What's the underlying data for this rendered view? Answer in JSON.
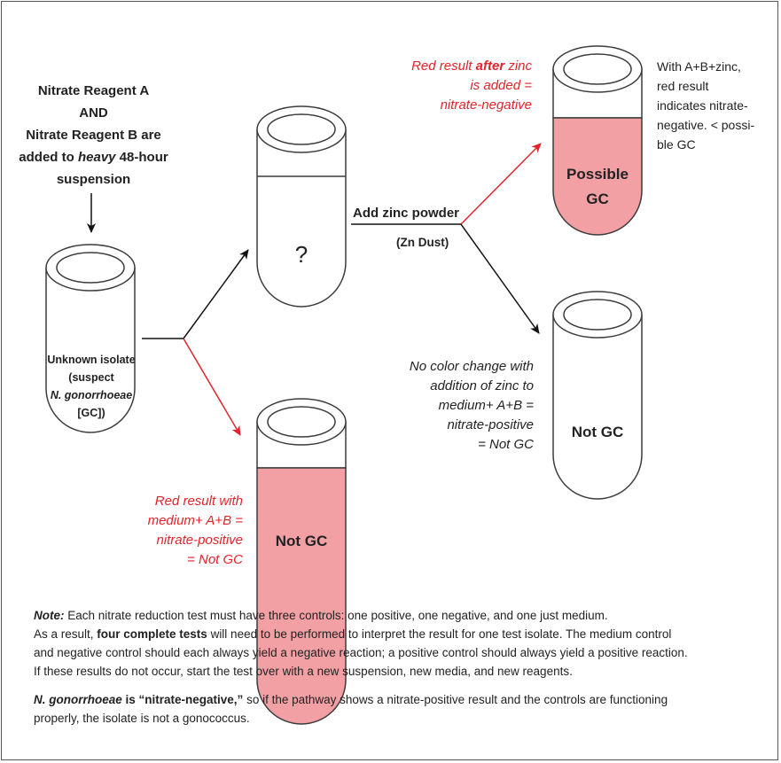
{
  "reagent_instruction": {
    "line1": "Nitrate Reagent A",
    "line2": "AND",
    "line3": "Nitrate Reagent B are",
    "line4_pre": "added to ",
    "line4_em": "heavy",
    "line4_post": " 48-hour",
    "line5": "suspension"
  },
  "tube_unknown": {
    "line1": "Unknown isolate",
    "line2": "(suspect",
    "line3": "N. gonorrhoeae",
    "line4": "[GC])"
  },
  "tube_question": {
    "label": "?"
  },
  "tube_red_left": {
    "label": "Not GC"
  },
  "tube_possible": {
    "line1": "Possible",
    "line2": "GC"
  },
  "tube_not_gc_right": {
    "label": "Not GC"
  },
  "zinc_step": {
    "title": "Add zinc powder",
    "subtitle": "(Zn Dust)"
  },
  "red_after_zinc": {
    "line1_pre": "Red result ",
    "line1_em": "after",
    "line1_post": " zinc",
    "line2": "is added =",
    "line3": "nitrate-negative"
  },
  "side_note": {
    "line1": "With A+B+zinc,",
    "line2": "red result",
    "line3": "indicates nitrate-",
    "line4": "negative. < possi-",
    "line5": "ble GC"
  },
  "no_color_change": {
    "line1": "No color change with",
    "line2": "addition of zinc to",
    "line3": "medium+ A+B =",
    "line4": "nitrate-positive",
    "line5": "= Not GC"
  },
  "red_with_medium": {
    "line1": "Red result with",
    "line2": "medium+ A+B =",
    "line3": "nitrate-positive",
    "line4": "= Not GC"
  },
  "notes": {
    "note_label": "Note:",
    "note_text": " Each nitrate reduction test must have three controls: one positive, one negative, and one just medium.",
    "line2_pre": "As a result, ",
    "line2_bold": "four complete tests",
    "line2_post": " will need to be performed to interpret the result for one test isolate. The medium control",
    "line3": "and negative control should each always yield a negative reaction; a positive control should always yield a positive reaction.",
    "line4": "If these results do not occur, start the test over with a new suspension, new media, and new reagents.",
    "p2_italic": "N. gonorrhoeae",
    "p2_bold": " is “nitrate-negative,”",
    "p2_text1": " so if the pathway shows a nitrate-positive result and the controls are functioning",
    "p2_text2": "properly, the isolate is not a gonococcus."
  },
  "colors": {
    "red_arrow": "#e0242b",
    "pink_fill": "#f2a0a4",
    "outline": "#3c3c3c"
  }
}
